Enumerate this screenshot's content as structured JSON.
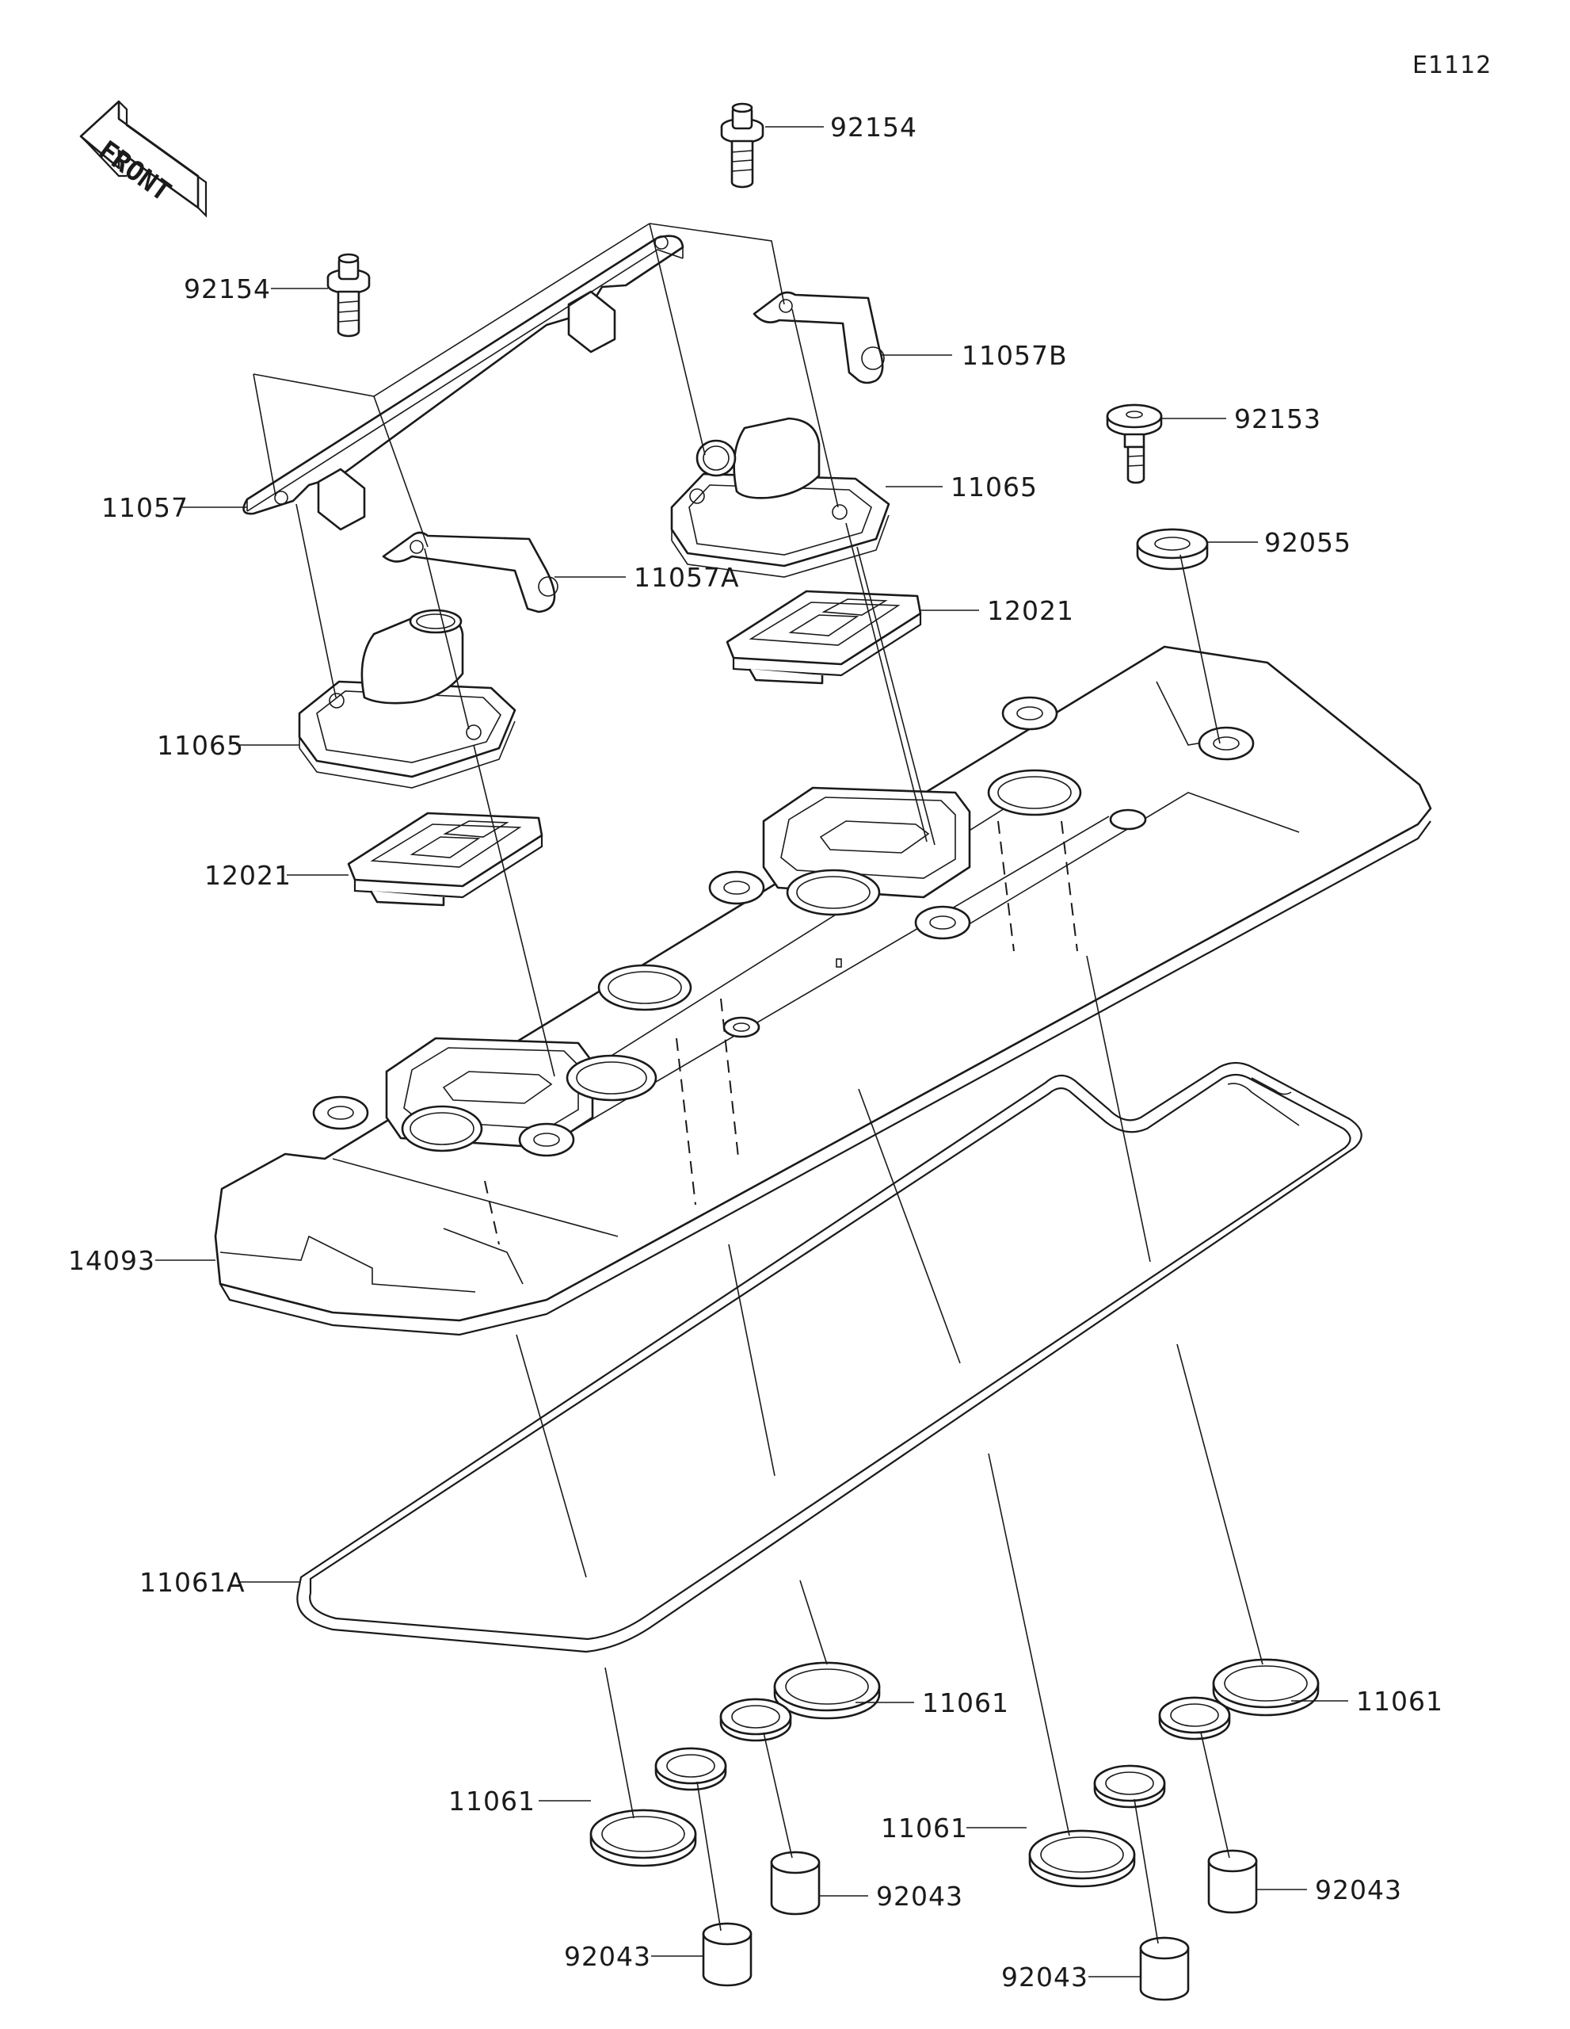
{
  "figure_code": "E1112",
  "front_label": "FRONT",
  "parts": [
    {
      "id": "p-92154-top",
      "number": "92154"
    },
    {
      "id": "p-92154-left",
      "number": "92154"
    },
    {
      "id": "p-11057B",
      "number": "11057B"
    },
    {
      "id": "p-92153",
      "number": "92153"
    },
    {
      "id": "p-11057",
      "number": "11057"
    },
    {
      "id": "p-11065-right",
      "number": "11065"
    },
    {
      "id": "p-92055",
      "number": "92055"
    },
    {
      "id": "p-11057A",
      "number": "11057A"
    },
    {
      "id": "p-12021-right",
      "number": "12021"
    },
    {
      "id": "p-11065-left",
      "number": "11065"
    },
    {
      "id": "p-12021-left",
      "number": "12021"
    },
    {
      "id": "p-14093",
      "number": "14093"
    },
    {
      "id": "p-11061A",
      "number": "11061A"
    },
    {
      "id": "p-11061-mid",
      "number": "11061"
    },
    {
      "id": "p-11061-right",
      "number": "11061"
    },
    {
      "id": "p-11061-left",
      "number": "11061"
    },
    {
      "id": "p-11061-center",
      "number": "11061"
    },
    {
      "id": "p-92043-a",
      "number": "92043"
    },
    {
      "id": "p-92043-b",
      "number": "92043"
    },
    {
      "id": "p-92043-c",
      "number": "92043"
    },
    {
      "id": "p-92043-d",
      "number": "92043"
    }
  ]
}
